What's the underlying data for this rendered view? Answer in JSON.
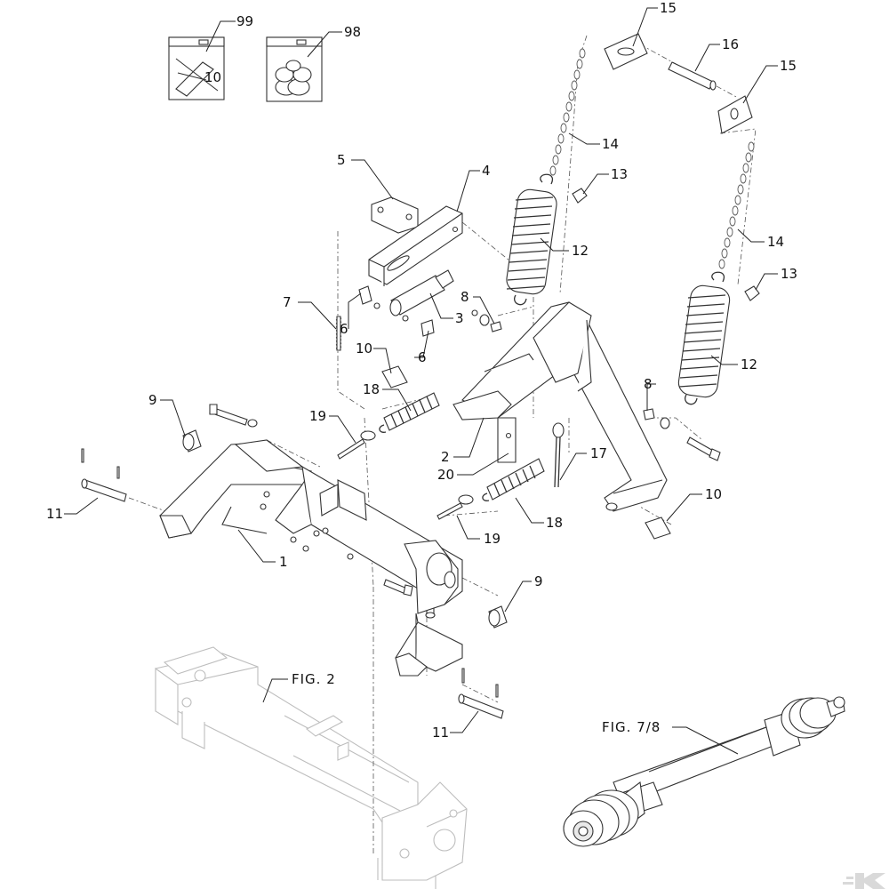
{
  "callouts": {
    "c99": "99",
    "c98": "98",
    "c15a": "15",
    "c16": "16",
    "c15b": "15",
    "c14a": "14",
    "c13a": "13",
    "c5": "5",
    "c4": "4",
    "c12a": "12",
    "c14b": "14",
    "c13b": "13",
    "c7": "7",
    "c6a": "6",
    "c8a": "8",
    "c3": "3",
    "c10a": "10",
    "c6b": "6",
    "c12b": "12",
    "c18a": "18",
    "c8b": "8",
    "c9a": "9",
    "c19a": "19",
    "c2": "2",
    "c17": "17",
    "c20": "20",
    "c10b": "10",
    "c11a": "11",
    "c1": "1",
    "c18b": "18",
    "c19b": "19",
    "c9b": "9",
    "c11b": "11"
  },
  "figures": {
    "fig2": "FIG. 2",
    "fig78": "FIG. 7/8"
  },
  "kit_bag_label": "10",
  "icons": {
    "logo": "kramp-k-logo"
  },
  "colors": {
    "line": "#333333",
    "faint_line": "#bdbdbd",
    "logo": "#d9d9d9"
  }
}
